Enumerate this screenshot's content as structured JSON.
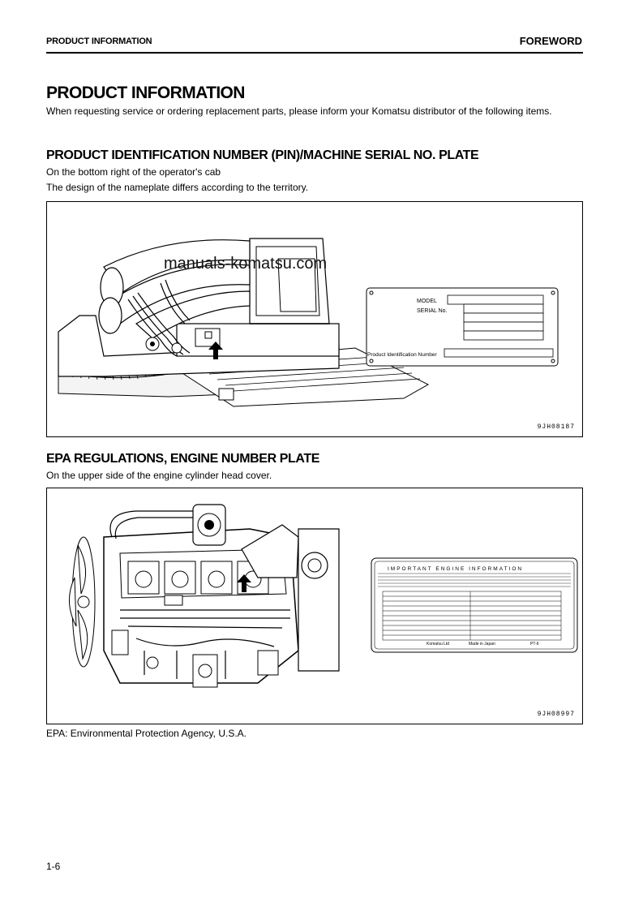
{
  "header": {
    "section": "PRODUCT INFORMATION",
    "chapter": "FOREWORD"
  },
  "title": "PRODUCT INFORMATION",
  "intro": "When requesting service or ordering replacement parts, please inform your Komatsu distributor of the following items.",
  "section1": {
    "heading": "PRODUCT IDENTIFICATION NUMBER (PIN)/MACHINE SERIAL NO. PLATE",
    "line1": "On the bottom right of the operator's cab",
    "line2": "The design of the nameplate differs according to the territory.",
    "figure_code": "9JH08187",
    "plate": {
      "model": "MODEL",
      "serial": "SERIAL No.",
      "pin": "Product Identification Number"
    }
  },
  "watermark": "manuals-komatsu.com",
  "section2": {
    "heading": "EPA REGULATIONS, ENGINE NUMBER PLATE",
    "line1": "On the upper side of the engine cylinder head cover.",
    "figure_code": "9JH08997",
    "plate": {
      "title": "IMPORTANT ENGINE INFORMATION",
      "footer_left": "Komatsu Ltd",
      "footer_mid": "Made in Japan",
      "footer_right": "PT-6"
    }
  },
  "note": "EPA: Environmental Protection Agency, U.S.A.",
  "page_number": "1-6"
}
